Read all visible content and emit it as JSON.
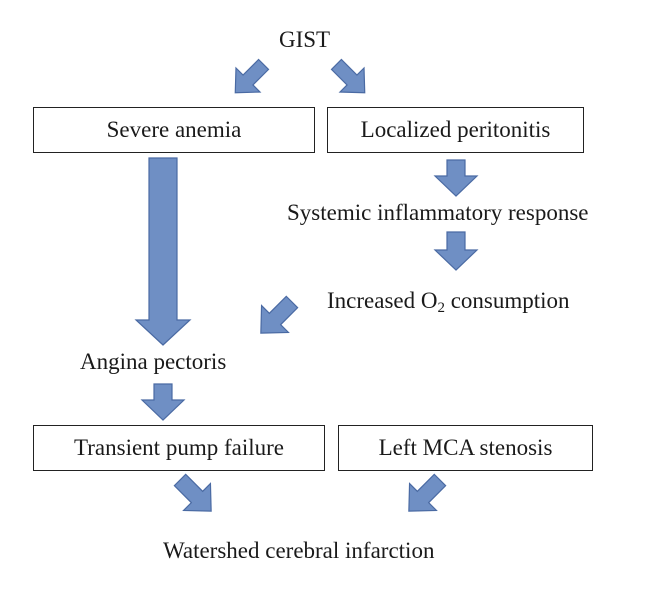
{
  "diagram": {
    "nodes": {
      "gist": "GIST",
      "severe_anemia": "Severe anemia",
      "localized_peritonitis": "Localized peritonitis",
      "systemic_inflammatory_response": "Systemic inflammatory response",
      "increased_o2_prefix": "Increased O",
      "increased_o2_subscript": "2",
      "increased_o2_suffix": " consumption",
      "angina_pectoris": "Angina pectoris",
      "transient_pump_failure": "Transient pump failure",
      "left_mca_stenosis": "Left MCA stenosis",
      "watershed_cerebral_infarction": "Watershed cerebral infarction"
    },
    "arrow_color": "#6f8fc4",
    "box_border_color": "#222222"
  }
}
